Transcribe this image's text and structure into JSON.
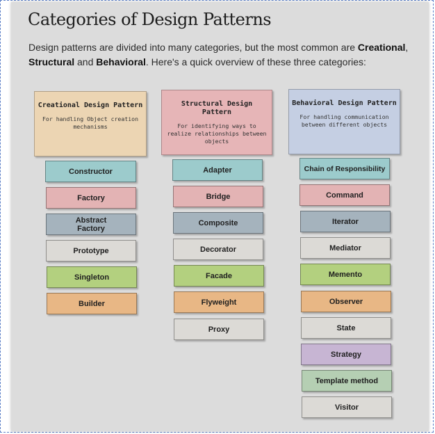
{
  "title": "Categories of Design Patterns",
  "intro": {
    "part1": "Design patterns are divided into many categories, but the most common are ",
    "creational": "Creational",
    "part2": ", ",
    "structural": "Structural",
    "part3": " and ",
    "behavioral": "Behavioral",
    "part4": ". Here's a quick overview of these three categories:"
  },
  "columns": [
    {
      "title": "Creational Design Pattern",
      "description": "For handling Object creation mechanisms",
      "color": "#ecd5b3",
      "items": [
        {
          "label": "Constructor",
          "color": "#9ccbcc"
        },
        {
          "label": "Factory",
          "color": "#e3b3b4"
        },
        {
          "label": "Abstract Factory",
          "color": "#a5b3bd"
        },
        {
          "label": "Prototype",
          "color": "#dcdad6"
        },
        {
          "label": "Singleton",
          "color": "#b3d07f"
        },
        {
          "label": "Builder",
          "color": "#e8b785"
        }
      ]
    },
    {
      "title": "Structural Design Pattern",
      "description": "For identifying ways to realize relationships between objects",
      "color": "#e6b5b7",
      "items": [
        {
          "label": "Adapter",
          "color": "#9ccbcc"
        },
        {
          "label": "Bridge",
          "color": "#e3b3b4"
        },
        {
          "label": "Composite",
          "color": "#a5b3bd"
        },
        {
          "label": "Decorator",
          "color": "#dcdad6"
        },
        {
          "label": "Facade",
          "color": "#b3d07f"
        },
        {
          "label": "Flyweight",
          "color": "#e8b785"
        },
        {
          "label": "Proxy",
          "color": "#dcdad6"
        }
      ]
    },
    {
      "title": "Behavioral Design Pattern",
      "description": "For handling communication between different objects",
      "color": "#c5cfe3",
      "items": [
        {
          "label": "Chain of Responsibility",
          "color": "#9ccbcc"
        },
        {
          "label": "Command",
          "color": "#e3b3b4"
        },
        {
          "label": "Iterator",
          "color": "#a5b3bd"
        },
        {
          "label": "Mediator",
          "color": "#dcdad6"
        },
        {
          "label": "Memento",
          "color": "#b3d07f"
        },
        {
          "label": "Observer",
          "color": "#e8b785"
        },
        {
          "label": "State",
          "color": "#dcdad6"
        },
        {
          "label": "Strategy",
          "color": "#c7b5d3"
        },
        {
          "label": "Template method",
          "color": "#b5cfb3"
        },
        {
          "label": "Visitor",
          "color": "#dcdad6"
        }
      ]
    }
  ]
}
